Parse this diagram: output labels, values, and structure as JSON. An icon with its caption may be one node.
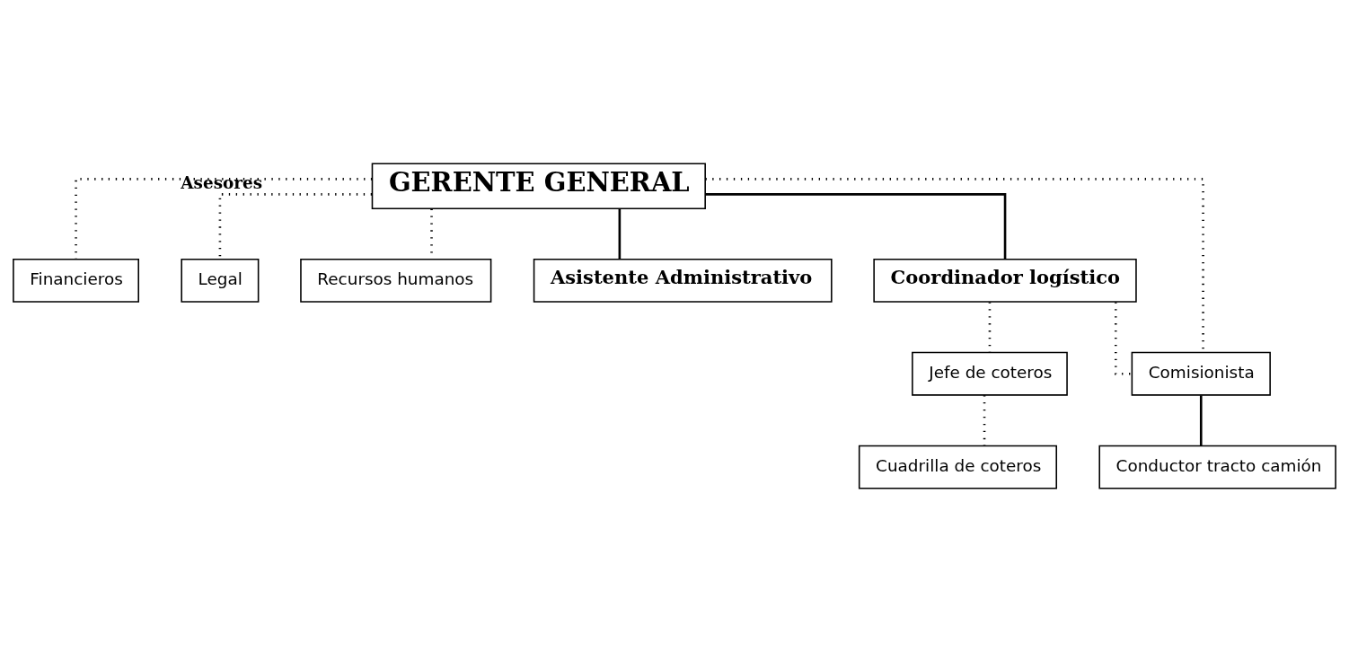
{
  "diagram": {
    "nodes": [
      {
        "text": [
          "GERENTE GENERAL"
        ]
      },
      {
        "text": [
          "Financieros"
        ]
      },
      {
        "text": [
          "Legal"
        ]
      },
      {
        "text": [
          "Recursos humanos"
        ]
      },
      {
        "text": [
          "Asistente Administrativo"
        ]
      },
      {
        "text": [
          "Coordinador logístico"
        ]
      },
      {
        "text": [
          "Jefe de coteros"
        ]
      },
      {
        "text": [
          "Comisionista"
        ]
      },
      {
        "text": [
          "Cuadrilla de coteros"
        ]
      },
      {
        "text": [
          "Conductor tracto camión"
        ]
      }
    ],
    "edges": [
      {
        "from": 0,
        "to": 1,
        "arrow": "none",
        "style": "dashed"
      },
      {
        "from": 0,
        "to": 2,
        "arrow": "none",
        "style": "dashed",
        "label": "Asesores"
      },
      {
        "from": 0,
        "to": 3,
        "arrow": "none",
        "style": "dashed"
      },
      {
        "from": 0,
        "to": 4,
        "arrow": "none"
      },
      {
        "from": 0,
        "to": 5,
        "arrow": "none"
      },
      {
        "from": 0,
        "to": 7,
        "arrow": "none",
        "style": "dashed"
      },
      {
        "from": 5,
        "to": 6,
        "arrow": "none",
        "style": "dashed"
      },
      {
        "from": 6,
        "to": 8,
        "arrow": "none",
        "style": "dashed"
      },
      {
        "from": 5,
        "to": 7,
        "arrow": "none",
        "style": "dashed"
      },
      {
        "from": 7,
        "to": 9,
        "arrow": "none"
      }
    ]
  }
}
